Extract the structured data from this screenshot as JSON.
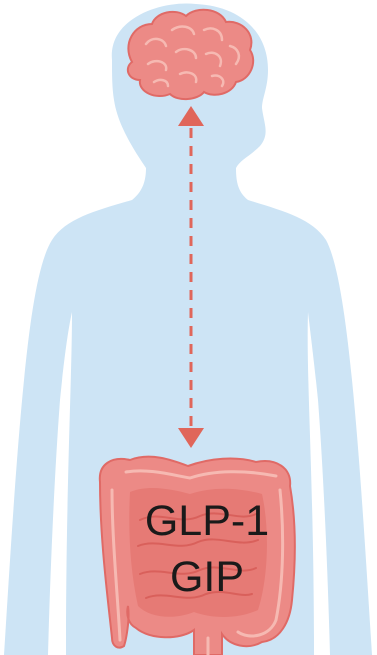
{
  "hormones": [
    "GLP-1",
    "GIP"
  ],
  "colors": {
    "background": "#ffffff",
    "body_silhouette": "#cde4f5",
    "organ_fill": "#ec8a86",
    "organ_outline": "#e06a66",
    "organ_highlight": "#f6b9b2",
    "arrow": "#e0665a"
  },
  "icons": {
    "brain": "brain-icon",
    "intestine": "intestine-icon",
    "connection": "bidirectional-dashed-arrow"
  }
}
